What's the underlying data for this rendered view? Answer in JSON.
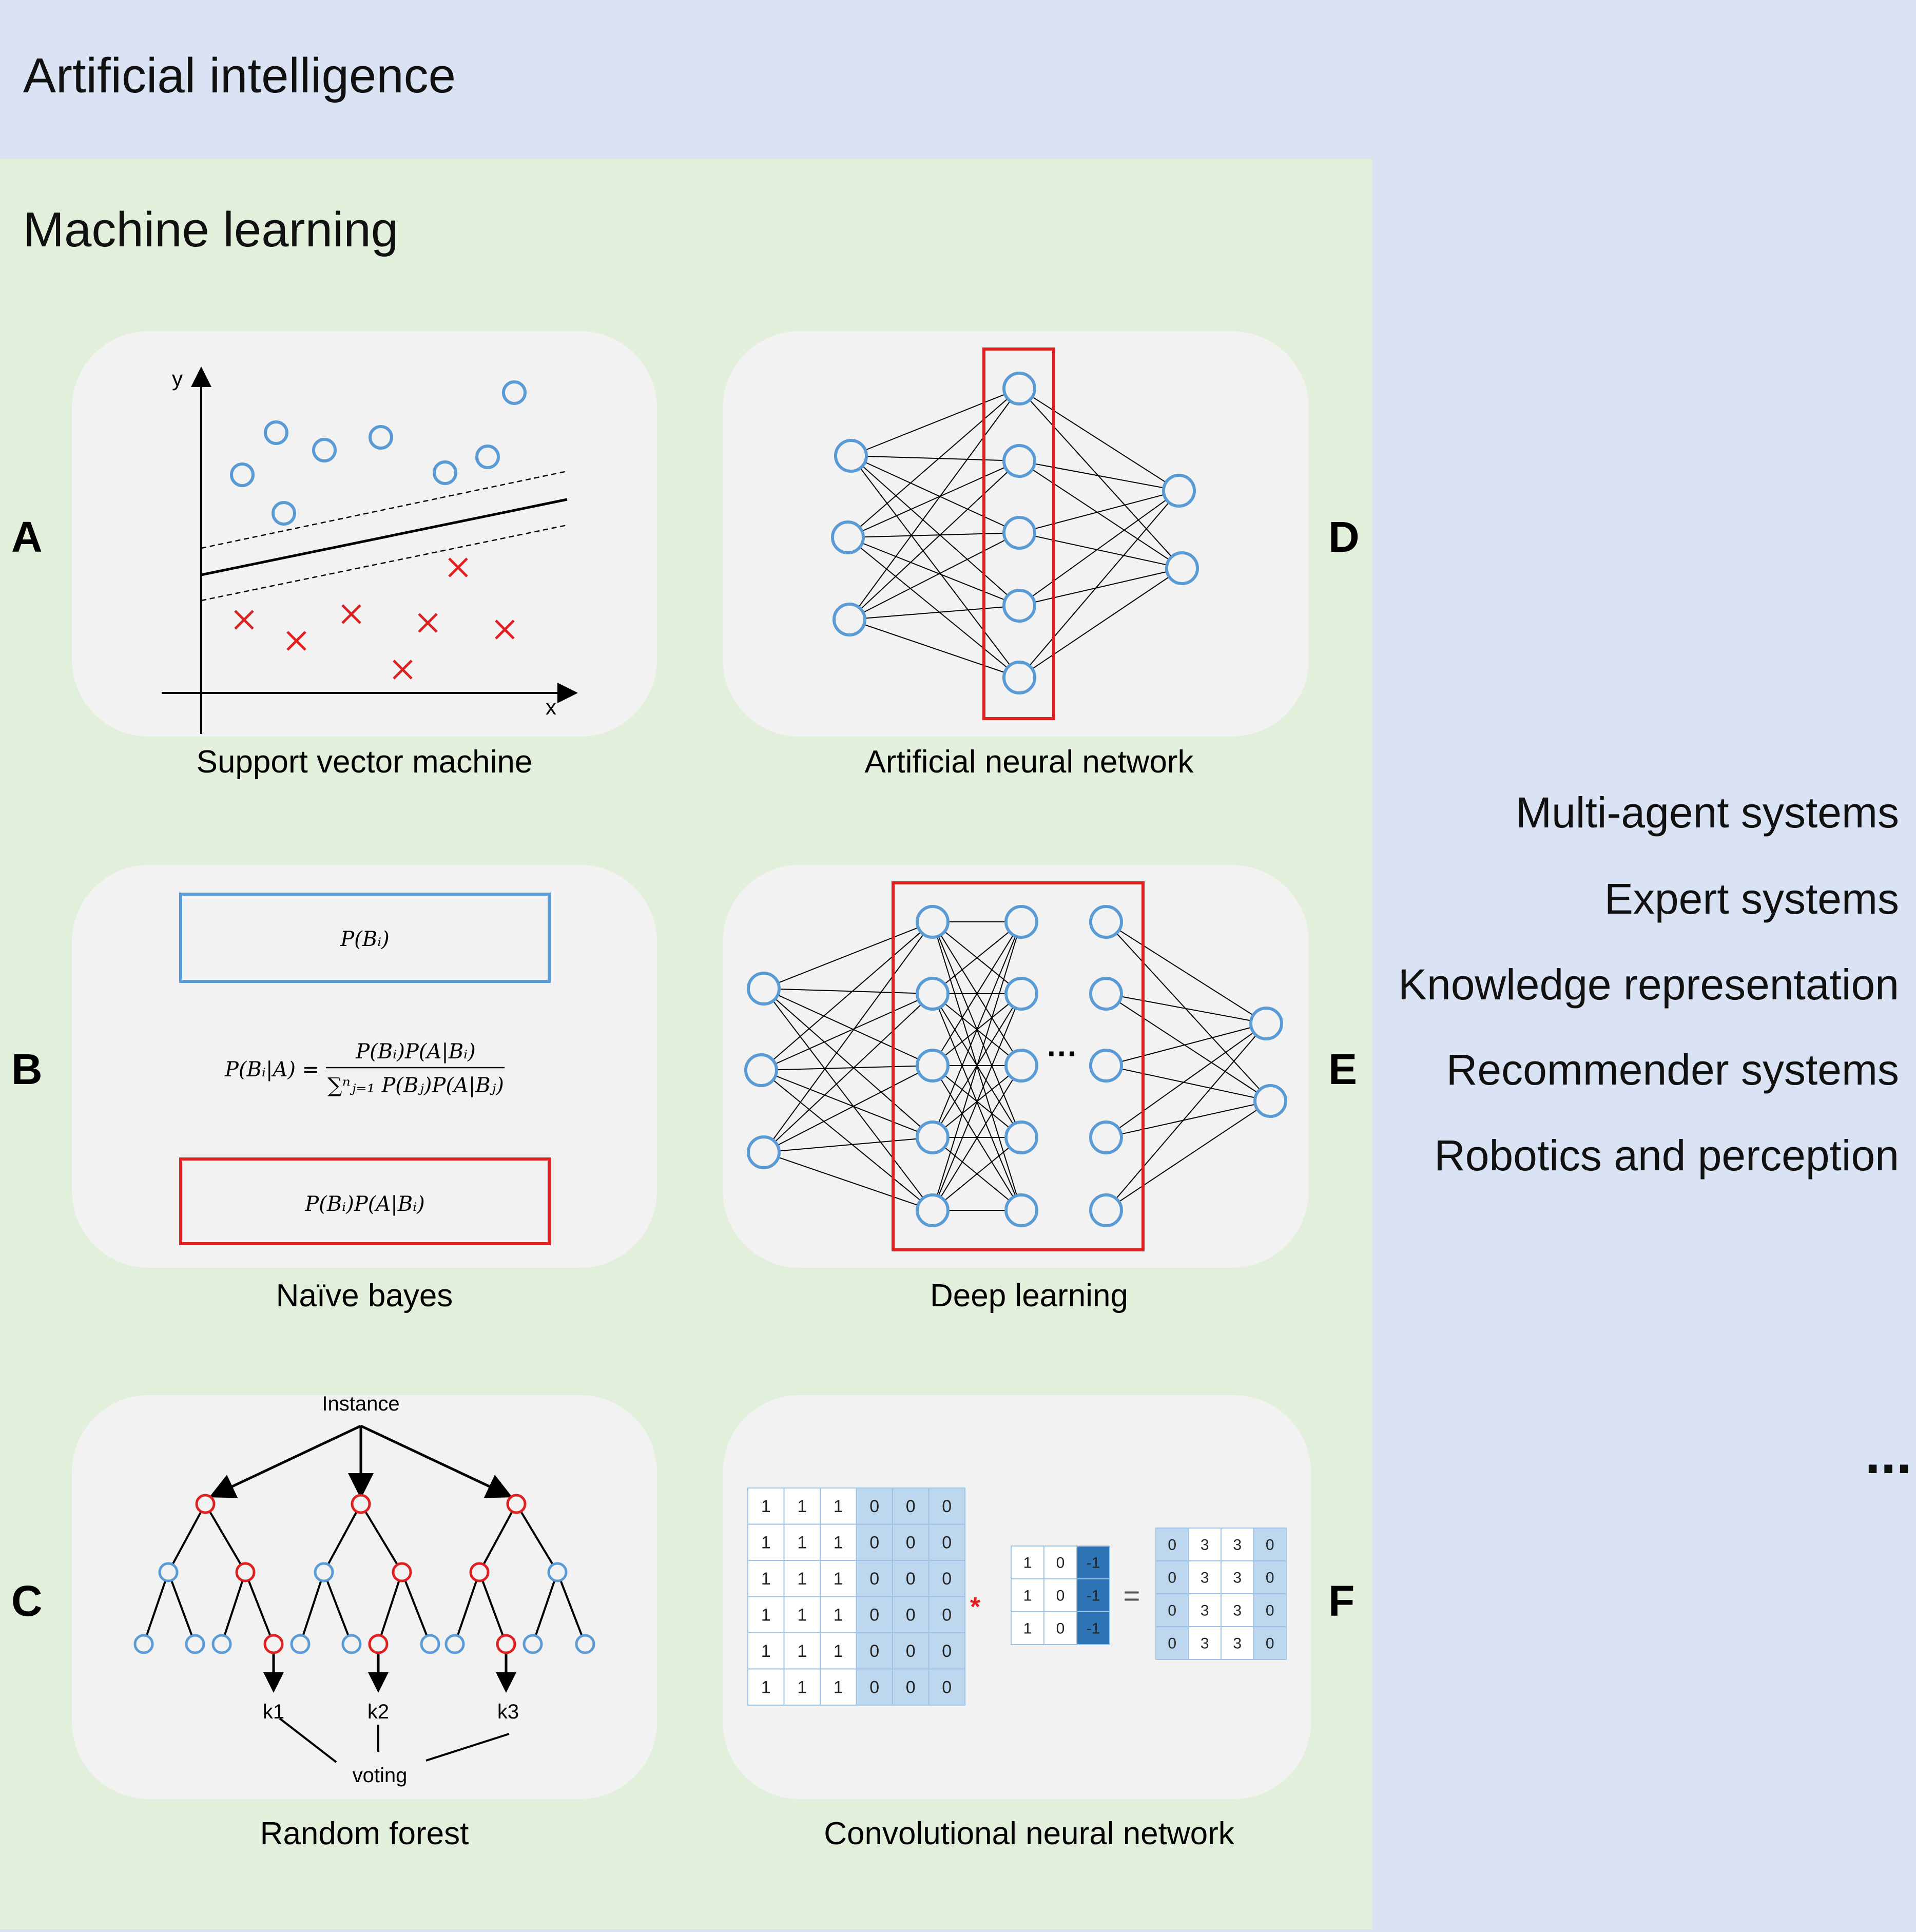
{
  "ai": {
    "title": "Artificial intelligence",
    "other_fields": [
      "Multi-agent systems",
      "Expert systems",
      "Knowledge representation",
      "Recommender systems",
      "Robotics and perception"
    ],
    "ellipsis": "..."
  },
  "ml": {
    "title": "Machine learning"
  },
  "panels": {
    "A": {
      "letter": "A",
      "caption": "Support vector machine",
      "y_label": "y",
      "x_label": "x"
    },
    "B": {
      "letter": "B",
      "caption": "Naïve bayes",
      "prior": "P(Bᵢ)",
      "lhs": "P(Bᵢ|A) =",
      "numerator": "P(Bᵢ)P(A|Bᵢ)",
      "denominator": "∑ⁿⱼ₌₁ P(Bⱼ)P(A|Bⱼ)",
      "posterior": "P(Bᵢ)P(A|Bᵢ)"
    },
    "C": {
      "letter": "C",
      "caption": "Random forest",
      "root_label": "Instance",
      "leaf_labels": [
        "k1",
        "k2",
        "k3"
      ],
      "vote_label": "voting"
    },
    "D": {
      "letter": "D",
      "caption": "Artificial neural network"
    },
    "E": {
      "letter": "E",
      "caption": "Deep learning",
      "ellipsis": "···"
    },
    "F": {
      "letter": "F",
      "caption": "Convolutional neural network",
      "input": [
        [
          1,
          1,
          1,
          0,
          0,
          0
        ],
        [
          1,
          1,
          1,
          0,
          0,
          0
        ],
        [
          1,
          1,
          1,
          0,
          0,
          0
        ],
        [
          1,
          1,
          1,
          0,
          0,
          0
        ],
        [
          1,
          1,
          1,
          0,
          0,
          0
        ],
        [
          1,
          1,
          1,
          0,
          0,
          0
        ]
      ],
      "kernel": [
        [
          1,
          0,
          -1
        ],
        [
          1,
          0,
          -1
        ],
        [
          1,
          0,
          -1
        ]
      ],
      "output": [
        [
          0,
          3,
          3,
          0
        ],
        [
          0,
          3,
          3,
          0
        ],
        [
          0,
          3,
          3,
          0
        ],
        [
          0,
          3,
          3,
          0
        ]
      ],
      "op_conv": "*",
      "op_eq": "="
    }
  },
  "colors": {
    "ai_bg": "#dae3f3",
    "ml_bg": "#e2efda",
    "panel_bg": "#f2f2f2",
    "node_blue": "#5b9bd5",
    "highlight_red": "#e02020",
    "cell_light_blue": "#bdd7ee",
    "cell_dark_blue": "#2e75b6"
  }
}
